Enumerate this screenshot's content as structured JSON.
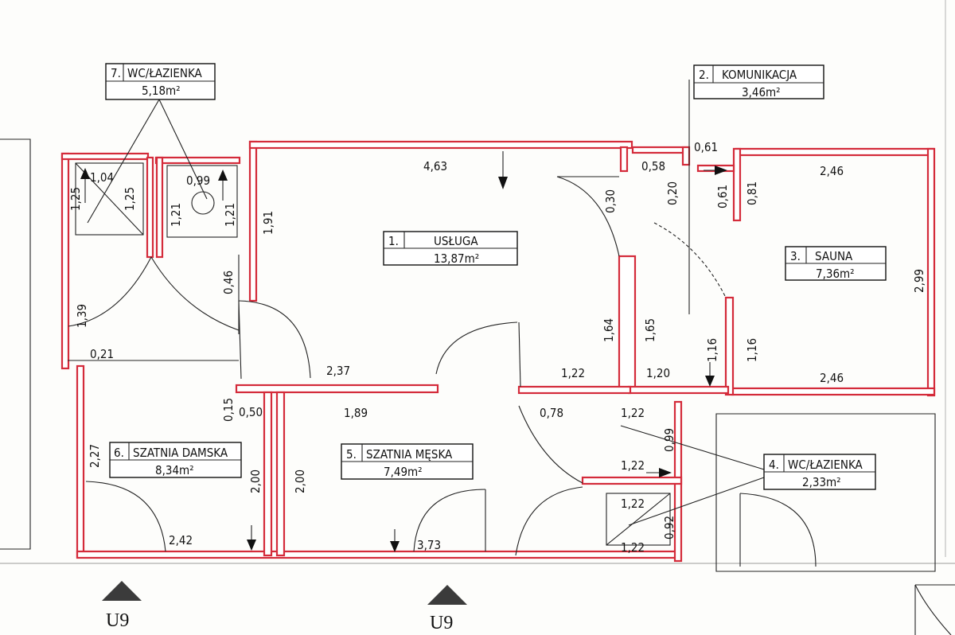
{
  "colors": {
    "wall": "#d42b3a",
    "ink": "#111111",
    "paper": "#fdfdfb"
  },
  "rooms": [
    {
      "number": "1.",
      "name": "USŁUGA",
      "area": "13,87m²"
    },
    {
      "number": "2.",
      "name": "KOMUNIKACJA",
      "area": "3,46m²"
    },
    {
      "number": "3.",
      "name": "SAUNA",
      "area": "7,36m²"
    },
    {
      "number": "4.",
      "name": "WC/ŁAZIENKA",
      "area": "2,33m²"
    },
    {
      "number": "5.",
      "name": "SZATNIA MĘSKA",
      "area": "7,49m²"
    },
    {
      "number": "6.",
      "name": "SZATNIA DAMSKA",
      "area": "8,34m²"
    },
    {
      "number": "7.",
      "name": "WC/ŁAZIENKA",
      "area": "5,18m²"
    }
  ],
  "dimensions": {
    "d_4_63": "4,63",
    "d_0_30": "0,30",
    "d_0_58": "0,58",
    "d_0_61": "0,61",
    "d_0_20": "0,20",
    "d_0_61b": "0,61",
    "d_0_81": "0,81",
    "d_2_46_top": "2,46",
    "d_2_99": "2,99",
    "d_1_04": "1,04",
    "d_1_25a": "1,25",
    "d_1_25b": "1,25",
    "d_0_99": "0,99",
    "d_1_21a": "1,21",
    "d_1_21b": "1,21",
    "d_1_91": "1,91",
    "d_0_46": "0,46",
    "d_1_39": "1,39",
    "d_0_21": "0,21",
    "d_2_37": "2,37",
    "d_1_64": "1,64",
    "d_1_65": "1,65",
    "d_1_22_mid": "1,22",
    "d_1_20": "1,20",
    "d_1_16a": "1,16",
    "d_1_16b": "1,16",
    "d_2_46_bot": "2,46",
    "d_0_15": "0,15",
    "d_0_50": "0,50",
    "d_1_89": "1,89",
    "d_0_78": "0,78",
    "d_1_22_a": "1,22",
    "d_0_99_b": "0,99",
    "d_1_22_b": "1,22",
    "d_1_22_c": "1,22",
    "d_0_92": "0,92",
    "d_1_22_d": "1,22",
    "d_2_27": "2,27",
    "d_2_00a": "2,00",
    "d_2_00b": "2,00",
    "d_2_42": "2,42",
    "d_3_73": "3,73"
  },
  "entrances": {
    "left": "U9",
    "right": "U9"
  }
}
